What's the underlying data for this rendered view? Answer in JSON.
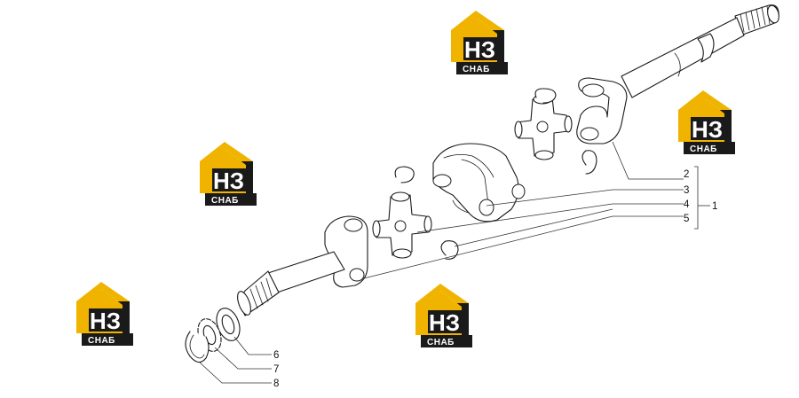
{
  "callouts": [
    {
      "id": "1",
      "label": "1"
    },
    {
      "id": "2",
      "label": "2"
    },
    {
      "id": "3",
      "label": "3"
    },
    {
      "id": "4",
      "label": "4"
    },
    {
      "id": "5",
      "label": "5"
    },
    {
      "id": "6",
      "label": "6"
    },
    {
      "id": "7",
      "label": "7"
    },
    {
      "id": "8",
      "label": "8"
    }
  ],
  "watermark": {
    "letters": "НЗ",
    "caption": "СНАБ",
    "colors": {
      "roof": "#f0b400",
      "body": "#1a1a1a",
      "caption_bg": "#1a1a1a"
    }
  }
}
